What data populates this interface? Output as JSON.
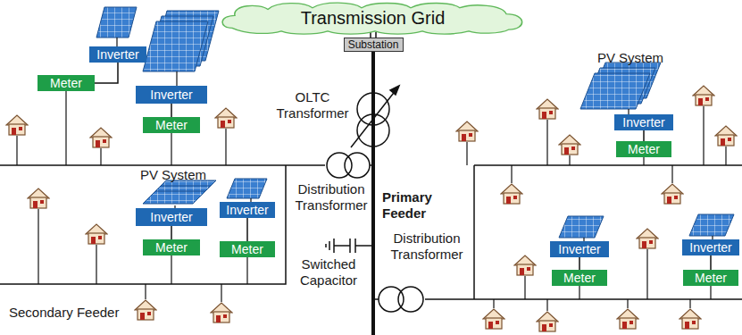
{
  "diagram": {
    "nodes": [
      {
        "text": [
          "Transmission Grid"
        ]
      },
      {
        "text": [
          "Substation"
        ]
      },
      {
        "text": [
          "Inverter"
        ]
      },
      {
        "text": [
          "Meter"
        ]
      },
      {
        "text": [
          "Inverter"
        ]
      },
      {
        "text": [
          "Meter"
        ]
      },
      {
        "text": [
          "Inverter"
        ]
      },
      {
        "text": [
          "Meter"
        ]
      },
      {
        "text": [
          "Inverter"
        ]
      },
      {
        "text": [
          "Meter"
        ]
      },
      {
        "text": [
          "Inverter"
        ]
      },
      {
        "text": [
          "Meter"
        ]
      },
      {
        "text": [
          "Inverter"
        ]
      },
      {
        "text": [
          "Meter"
        ]
      },
      {
        "text": [
          "Inverter"
        ]
      },
      {
        "text": [
          "Meter"
        ]
      }
    ],
    "edges": [
      {
        "from": 0,
        "to": 1,
        "arrow": "none"
      },
      {
        "from": 2,
        "to": 3,
        "arrow": "none"
      },
      {
        "from": 4,
        "to": 5,
        "arrow": "none"
      },
      {
        "from": 6,
        "to": 7,
        "arrow": "none"
      },
      {
        "from": 8,
        "to": 9,
        "arrow": "none"
      },
      {
        "from": 10,
        "to": 11,
        "arrow": "none"
      },
      {
        "from": 12,
        "to": 13,
        "arrow": "none"
      },
      {
        "from": 14,
        "to": 15,
        "arrow": "none"
      }
    ],
    "labels": [
      "PV System",
      "OLTC Transformer",
      "PV System",
      "Distribution Transformer",
      "Primary Feeder",
      "Distribution Transformer",
      "Switched Capacitor",
      "Secondary Feeder"
    ]
  }
}
